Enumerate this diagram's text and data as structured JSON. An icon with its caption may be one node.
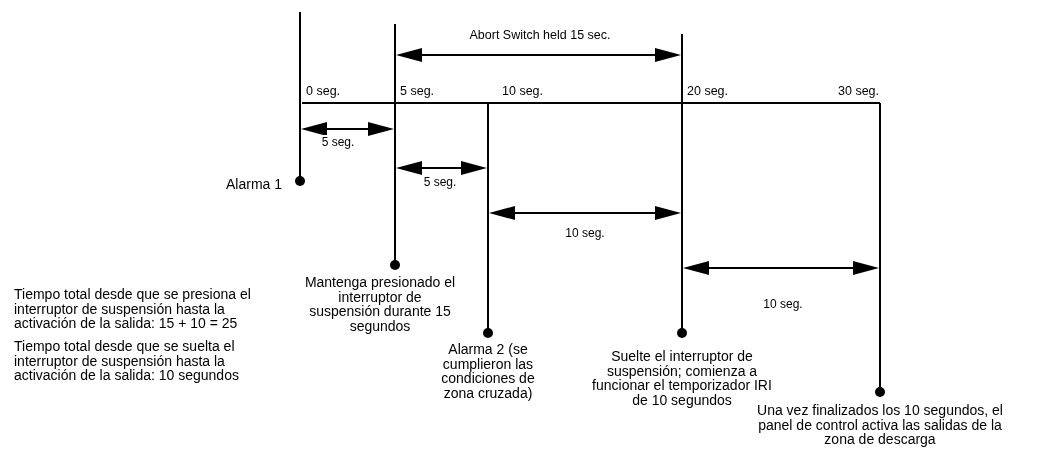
{
  "diagram": {
    "labels": [
      "Abort Switch held 15 sec.",
      "0 seg.",
      "5 seg.",
      "10 seg.",
      "20 seg.",
      "30 seg.",
      "5 seg.",
      "Alarma 1",
      "5 seg.",
      "10 seg.",
      "Mantenga presionado el interruptor de suspensión durante 15 segundos",
      "10 seg.",
      "Tiempo total desde que se presiona el interruptor de suspensión hasta la activación de la salida: 15 + 10 = 25",
      "Tiempo total desde que se suelta el interruptor de suspensión hasta la activación de la salida: 10 segundos",
      "Alarma 2 (se cumplieron las condiciones de zona cruzada)",
      "Suelte el interruptor de suspensión; comienza a funcionar el temporizador IRI de 10 segundos",
      "Una vez finalizados los 10 segundos, el panel de control activa las salidas de la zona de descarga"
    ]
  }
}
